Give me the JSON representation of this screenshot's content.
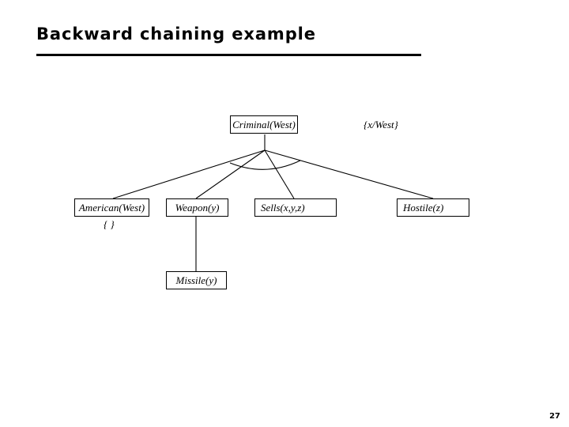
{
  "slide": {
    "title": "Backward chaining example",
    "page_number": "27"
  },
  "diagram": {
    "type": "and-or proof tree",
    "root": {
      "id": "criminal",
      "label": "Criminal(West)",
      "substitution": "{x/West}"
    },
    "nodes": [
      {
        "id": "criminal",
        "label": "Criminal(West)"
      },
      {
        "id": "american",
        "label": "American(West)"
      },
      {
        "id": "weapon",
        "label": "Weapon(y)"
      },
      {
        "id": "sells",
        "label": "Sells(x,y,z)"
      },
      {
        "id": "hostile",
        "label": "Hostile(z)"
      },
      {
        "id": "missile",
        "label": "Missile(y)"
      }
    ],
    "annotations": [
      {
        "id": "root-subst",
        "text": "{x/West}"
      },
      {
        "id": "american-subst",
        "text": "{ }"
      }
    ],
    "edges": [
      {
        "from": "criminal",
        "to": "american"
      },
      {
        "from": "criminal",
        "to": "weapon"
      },
      {
        "from": "criminal",
        "to": "sells"
      },
      {
        "from": "criminal",
        "to": "hostile"
      },
      {
        "from": "weapon",
        "to": "missile"
      }
    ],
    "and_connector": "arc"
  },
  "colors": {
    "ink": "#000000",
    "background": "#ffffff"
  }
}
